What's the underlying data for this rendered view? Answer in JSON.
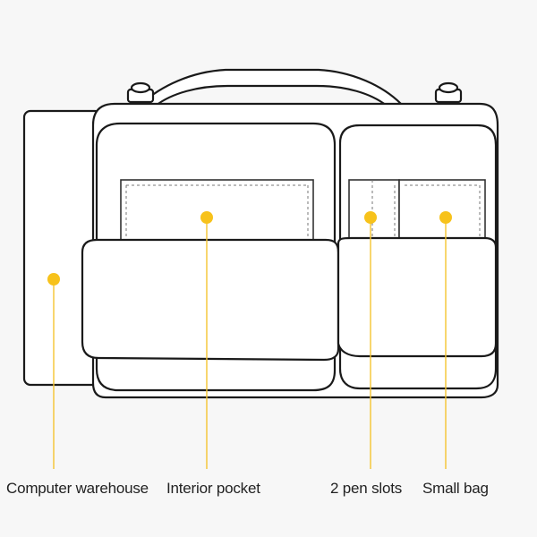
{
  "labels": {
    "computer_warehouse": "Computer warehouse",
    "interior_pocket": "Interior pocket",
    "pen_slots": "2 pen slots",
    "small_bag": "Small bag"
  },
  "colors": {
    "background": "#f7f7f7",
    "outline": "#1a1a1a",
    "panel_fill": "#ffffff",
    "marker": "#f7c21b",
    "leader_line": "#f4c430",
    "stitch": "#777777"
  }
}
